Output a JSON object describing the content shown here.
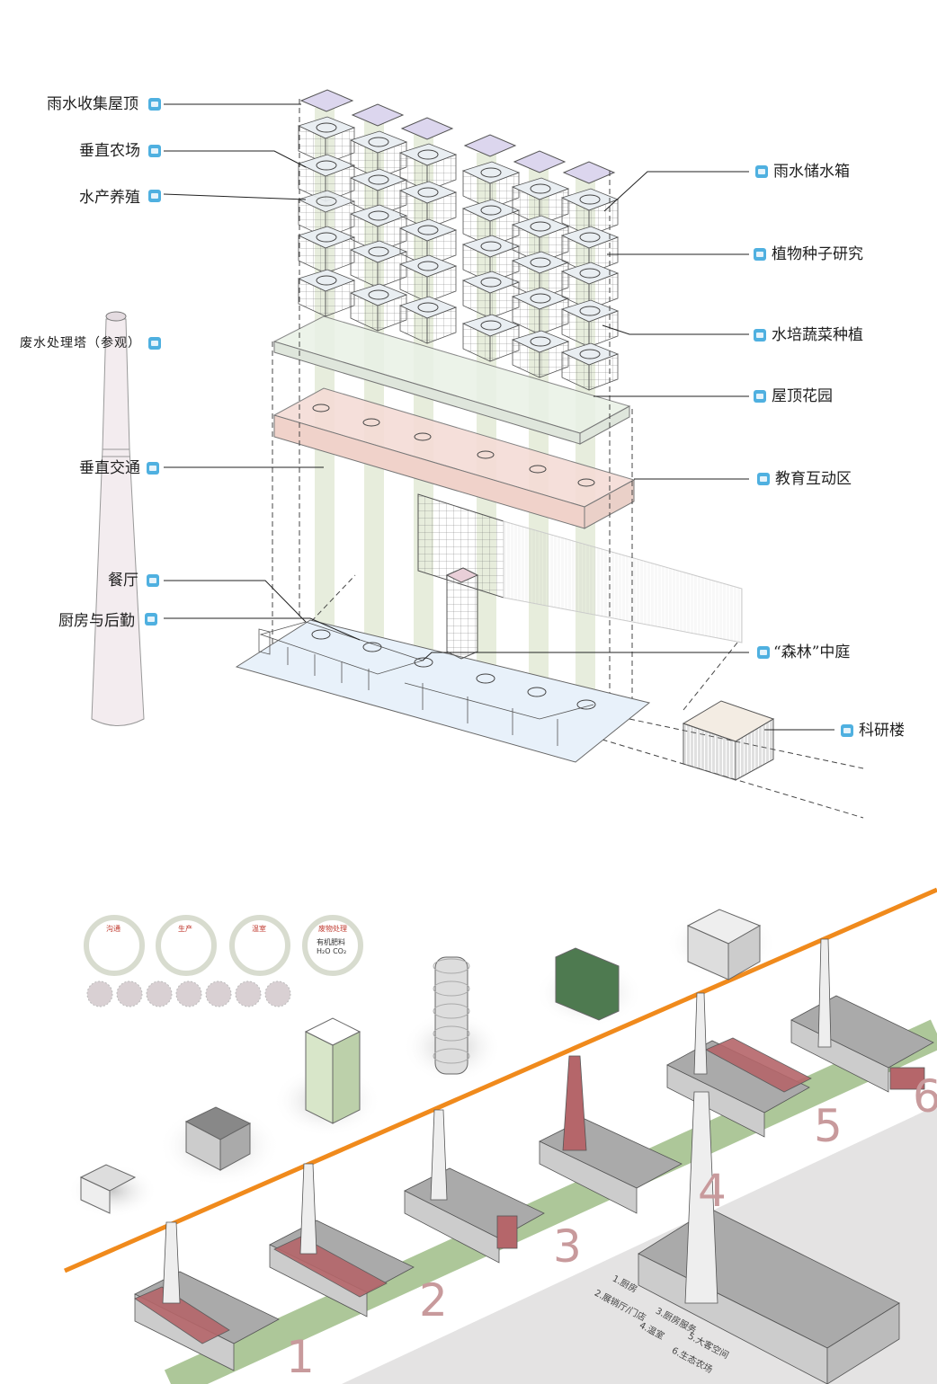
{
  "upper_diagram": {
    "left_labels": [
      {
        "id": "rain-roof",
        "text": "雨水收集屋顶"
      },
      {
        "id": "vertical-farm",
        "text": "垂直农场"
      },
      {
        "id": "aquaculture",
        "text": "水产养殖"
      },
      {
        "id": "wastewater-tower",
        "text": "废水处理塔（参观）"
      },
      {
        "id": "vertical-traffic",
        "text": "垂直交通"
      },
      {
        "id": "restaurant",
        "text": "餐厅"
      },
      {
        "id": "kitchen",
        "text": "厨房与后勤"
      }
    ],
    "right_labels": [
      {
        "id": "rain-tank",
        "text": "雨水储水箱"
      },
      {
        "id": "seed-research",
        "text": "植物种子研究"
      },
      {
        "id": "hydroponic",
        "text": "水培蔬菜种植"
      },
      {
        "id": "roof-garden",
        "text": "屋顶花园"
      },
      {
        "id": "education",
        "text": "教育互动区"
      },
      {
        "id": "forest-court",
        "text": "“森林”中庭"
      },
      {
        "id": "research-building",
        "text": "科研楼"
      }
    ]
  },
  "lower_diagram": {
    "legend_circles": [
      {
        "caption": "沟通",
        "inner": ""
      },
      {
        "caption": "生产",
        "inner": ""
      },
      {
        "caption": "温室",
        "inner": ""
      },
      {
        "caption": "废物处理",
        "inner": "有机肥料  H₂O  CO₂"
      }
    ],
    "stage_numbers": [
      "1",
      "2",
      "3",
      "4",
      "5",
      "6"
    ],
    "notes": [
      "1.厨房",
      "2.展销厅/门店",
      "3.厨房服务",
      "4.温室",
      "5.大客空间",
      "6.生态农场"
    ],
    "colors": {
      "orange_line": "#f08a1c",
      "green_line": "#a9c493",
      "highlight": "#b5666a"
    }
  }
}
